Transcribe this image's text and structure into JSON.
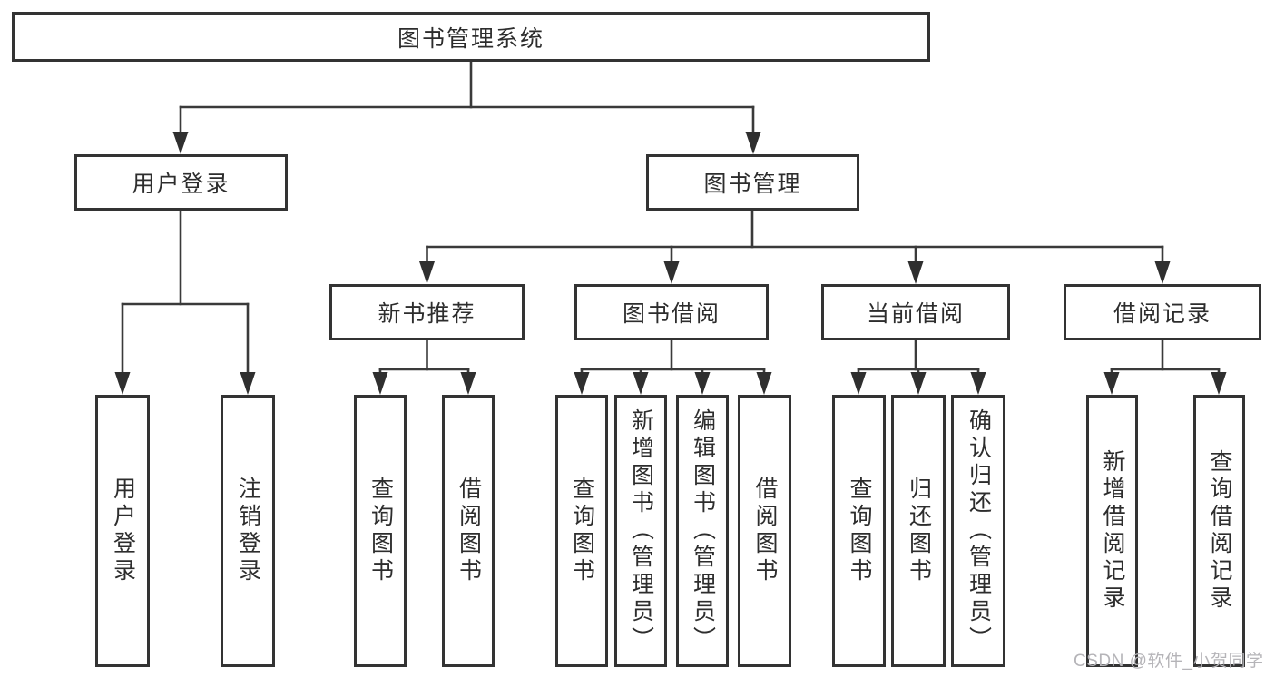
{
  "diagram_title": "图书管理系统",
  "tree": {
    "root": {
      "label": "图书管理系统"
    },
    "branches": [
      {
        "label": "用户登录",
        "children": [
          {
            "label": "用户登录"
          },
          {
            "label": "注销登录"
          }
        ]
      },
      {
        "label": "图书管理",
        "children": [
          {
            "label": "新书推荐",
            "children": [
              {
                "label": "查询图书"
              },
              {
                "label": "借阅图书"
              }
            ]
          },
          {
            "label": "图书借阅",
            "children": [
              {
                "label": "查询图书"
              },
              {
                "label": "新增图书（管理员）"
              },
              {
                "label": "编辑图书（管理员）"
              },
              {
                "label": "借阅图书"
              }
            ]
          },
          {
            "label": "当前借阅",
            "children": [
              {
                "label": "查询图书"
              },
              {
                "label": "归还图书"
              },
              {
                "label": "确认归还（管理员）"
              }
            ]
          },
          {
            "label": "借阅记录",
            "children": [
              {
                "label": "新增借阅记录"
              },
              {
                "label": "查询借阅记录"
              }
            ]
          }
        ]
      }
    ]
  },
  "watermark": {
    "text": "CSDN @软件_小贺同学",
    "color": "#b5b4b8"
  },
  "colors": {
    "line": "#3a3a3a",
    "arrow": "#2f2f2f",
    "node_border": "#333333",
    "node_text": "#2d2d2d",
    "background": "#ffffff"
  }
}
